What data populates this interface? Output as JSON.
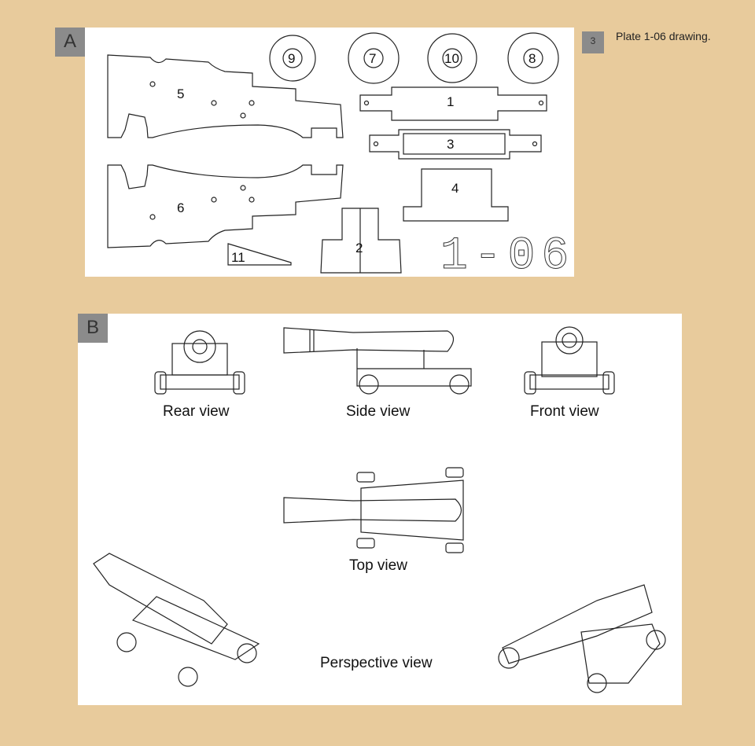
{
  "panel_a": {
    "label": "A",
    "parts": [
      "5",
      "6",
      "9",
      "7",
      "10",
      "8",
      "1",
      "3",
      "4",
      "2",
      "11"
    ],
    "plate_number": "1-06"
  },
  "panel_b": {
    "label": "B",
    "views": {
      "rear": "Rear view",
      "side": "Side view",
      "front": "Front view",
      "top": "Top view",
      "perspective": "Perspective view"
    }
  },
  "note": {
    "number": "3",
    "text": "Plate 1-06 drawing."
  }
}
